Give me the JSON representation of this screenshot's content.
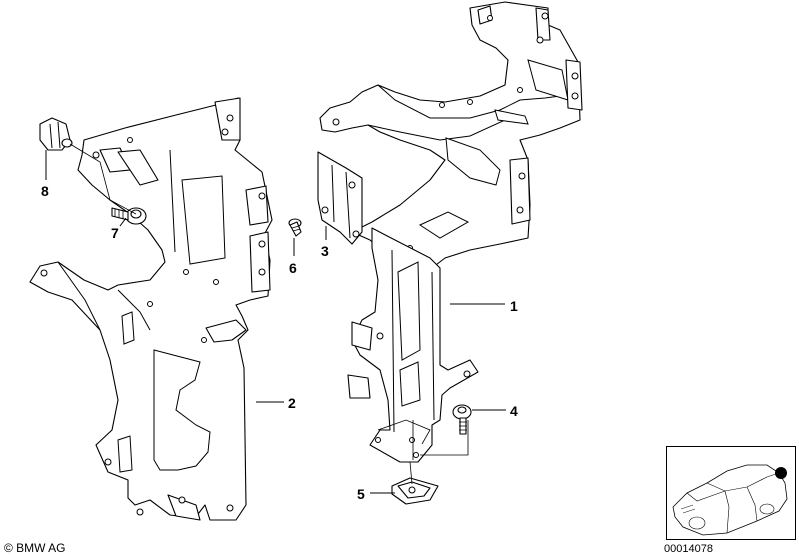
{
  "callouts": {
    "c1": "1",
    "c2": "2",
    "c3": "3",
    "c4": "4",
    "c5": "5",
    "c6": "6",
    "c7": "7",
    "c8": "8"
  },
  "footer": {
    "copyright": "© BMW AG",
    "catalog_number": "00014078"
  },
  "colors": {
    "line": "#000000",
    "background": "#ffffff",
    "marker": "#000000"
  }
}
